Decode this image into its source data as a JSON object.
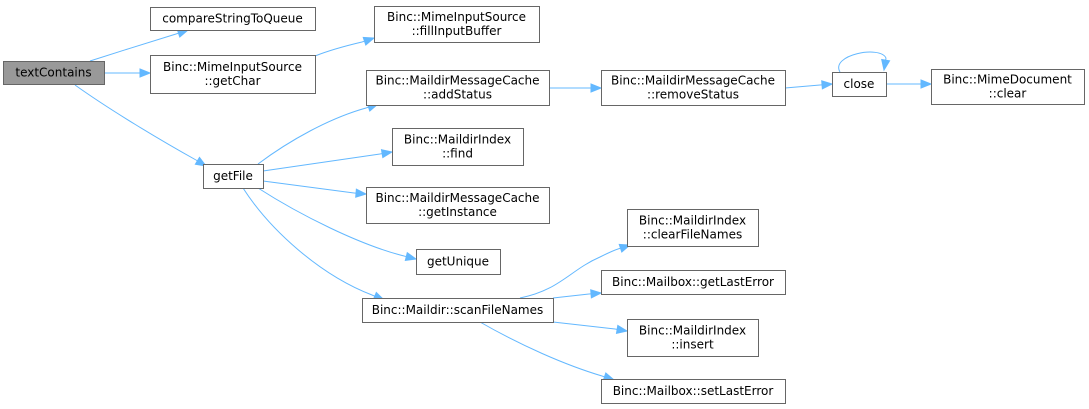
{
  "colors": {
    "edge": "#63b8ff",
    "root_fill": "#999999",
    "node_border": "#666666",
    "node_fill": "#ffffff"
  },
  "nodes": {
    "textContains": {
      "lines": [
        "textContains"
      ],
      "root": true
    },
    "compareStringToQueue": {
      "lines": [
        "compareStringToQueue"
      ]
    },
    "mimeGetChar": {
      "lines": [
        "Binc::MimeInputSource",
        "::getChar"
      ]
    },
    "mimeFillInputBuffer": {
      "lines": [
        "Binc::MimeInputSource",
        "::fillInputBuffer"
      ]
    },
    "getFile": {
      "lines": [
        "getFile"
      ]
    },
    "cacheAddStatus": {
      "lines": [
        "Binc::MaildirMessageCache",
        "::addStatus"
      ]
    },
    "cacheRemoveStatus": {
      "lines": [
        "Binc::MaildirMessageCache",
        "::removeStatus"
      ]
    },
    "close": {
      "lines": [
        "close"
      ]
    },
    "mimeDocumentClear": {
      "lines": [
        "Binc::MimeDocument",
        "::clear"
      ]
    },
    "indexFind": {
      "lines": [
        "Binc::MaildirIndex",
        "::find"
      ]
    },
    "cacheGetInstance": {
      "lines": [
        "Binc::MaildirMessageCache",
        "::getInstance"
      ]
    },
    "getUnique": {
      "lines": [
        "getUnique"
      ]
    },
    "scanFileNames": {
      "lines": [
        "Binc::Maildir::scanFileNames"
      ]
    },
    "indexClearFileNames": {
      "lines": [
        "Binc::MaildirIndex",
        "::clearFileNames"
      ]
    },
    "mailboxGetLastError": {
      "lines": [
        "Binc::Mailbox::getLastError"
      ]
    },
    "indexInsert": {
      "lines": [
        "Binc::MaildirIndex",
        "::insert"
      ]
    },
    "mailboxSetLastError": {
      "lines": [
        "Binc::Mailbox::setLastError"
      ]
    }
  }
}
